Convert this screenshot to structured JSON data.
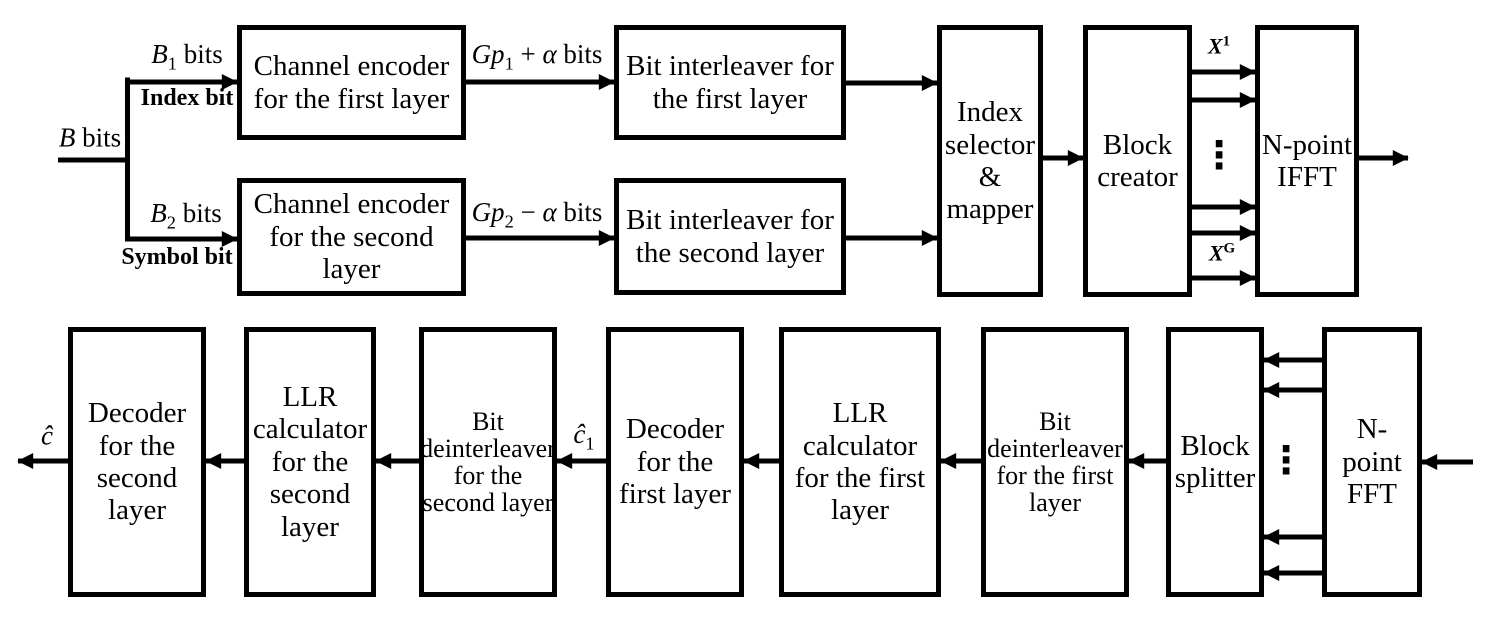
{
  "colors": {
    "ink": "#000000",
    "paper": "#ffffff"
  },
  "transmitter": {
    "blocks": [
      {
        "id": "channel-encoder-first-layer",
        "label": "Channel encoder\nfor the first layer"
      },
      {
        "id": "channel-encoder-second-layer",
        "label": "Channel encoder\nfor the second\nlayer"
      },
      {
        "id": "bit-interleaver-first-layer",
        "label": "Bit interleaver for\nthe first layer"
      },
      {
        "id": "bit-interleaver-second-layer",
        "label": "Bit interleaver for\nthe second layer"
      },
      {
        "id": "index-selector-mapper",
        "label": "Index\nselector\n&\nmapper"
      },
      {
        "id": "block-creator",
        "label": "Block\ncreator"
      },
      {
        "id": "n-point-ifft",
        "label": "N-point\nIFFT"
      }
    ],
    "labels": {
      "input": {
        "var": "B",
        "rest": " bits"
      },
      "branch1": {
        "var": "B",
        "sub": "1",
        "rest": " bits"
      },
      "branch1_type": "Index bit",
      "branch2": {
        "var": "B",
        "sub": "2",
        "rest": " bits"
      },
      "branch2_type": "Symbol bit",
      "encoded1": {
        "var": "Gp",
        "sub": "1",
        "op": " + ",
        "alpha": "α",
        "unit": " bits"
      },
      "encoded2": {
        "var": "Gp",
        "sub": "2",
        "op": " − ",
        "alpha": "α",
        "unit": " bits"
      },
      "block_first": {
        "var": "X",
        "sup": "1"
      },
      "block_last": {
        "var": "X",
        "sup": "G"
      }
    }
  },
  "receiver": {
    "blocks": [
      {
        "id": "decoder-second-layer",
        "label": "Decoder\nfor the\nsecond\nlayer"
      },
      {
        "id": "llr-calculator-second-layer",
        "label": "LLR\ncalculator\nfor the\nsecond\nlayer"
      },
      {
        "id": "bit-deinterleaver-second-layer",
        "label": "Bit\ndeinterleaver\nfor the\nsecond layer"
      },
      {
        "id": "decoder-first-layer",
        "label": "Decoder\nfor the\nfirst layer"
      },
      {
        "id": "llr-calculator-first-layer",
        "label": "LLR\ncalculator\nfor the first\nlayer"
      },
      {
        "id": "bit-deinterleaver-first-layer",
        "label": "Bit\ndeinterleaver\nfor the first\nlayer"
      },
      {
        "id": "block-splitter",
        "label": "Block\nsplitter"
      },
      {
        "id": "n-point-fft",
        "label": "N-point\nFFT"
      }
    ],
    "labels": {
      "decoded_first": {
        "var": "ĉ",
        "sub": "1"
      },
      "output_estimate": {
        "var": "ĉ"
      }
    }
  },
  "misc": {
    "vdots": "⋮"
  }
}
